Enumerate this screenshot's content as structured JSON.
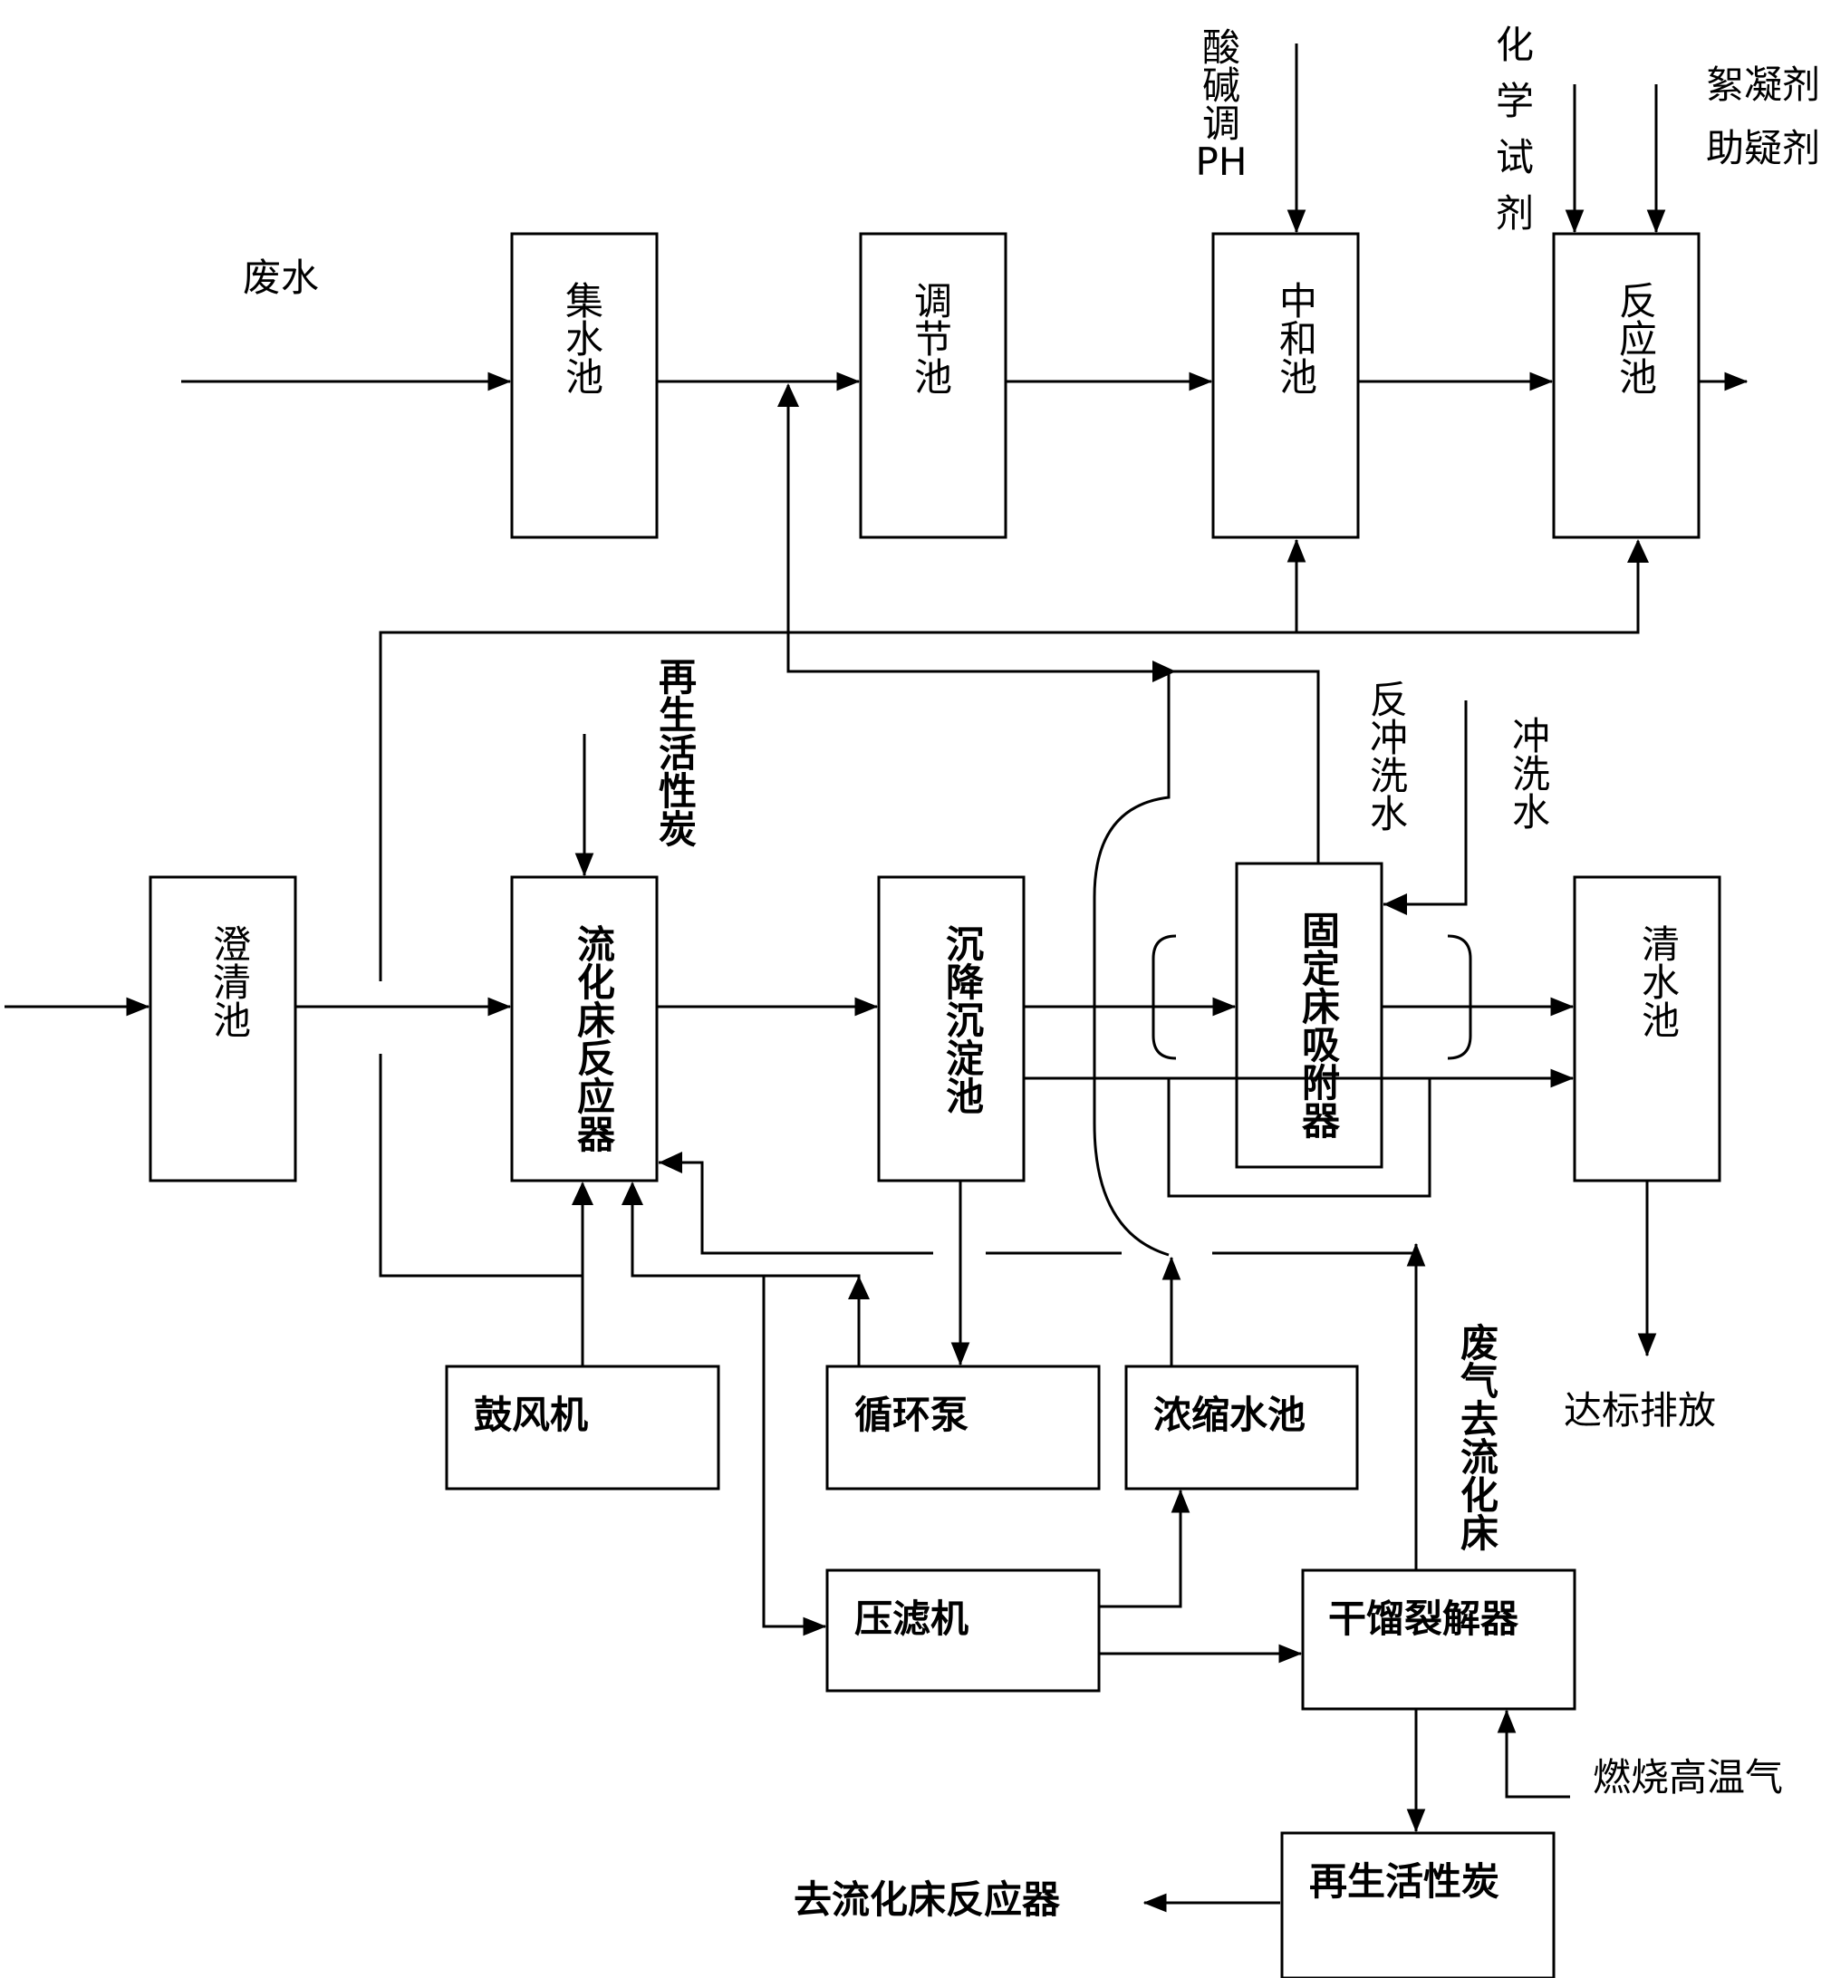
{
  "nodes": {
    "collection_tank": "集水池",
    "equalization_tank": "调节池",
    "neutralization_tank": "中和池",
    "reaction_tank": "反应池",
    "clarifier": "澄清池",
    "fluidized_bed_reactor": "流化床反应器",
    "settling_tank": "沉降沉淀池",
    "fixed_bed_adsorber": "固定床吸附器",
    "clean_water_tank": "清水池",
    "blower": "鼓风机",
    "circulation_pump": "循环泵",
    "concentrate_tank": "浓缩水池",
    "filter_press": "压滤机",
    "dry_distillation_cracker": "干馏裂解器",
    "regenerated_carbon_box": "再生活性炭"
  },
  "labels": {
    "wastewater": "废水",
    "acid_base_ph": "酸碱调PH",
    "chemical_reagent": "化学试剂",
    "flocculant": "絮凝剂",
    "coagulant_aid": "助疑剂",
    "regenerated_carbon_input": "再生活性炭",
    "backwash_water": "反冲洗水",
    "flush_water": "冲洗水",
    "exhaust_to_fluidized_bed": "废气去流化床",
    "discharge": "达标排放",
    "combustion_gas": "燃烧高温气",
    "to_fluidized_reactor": "去流化床反应器"
  }
}
